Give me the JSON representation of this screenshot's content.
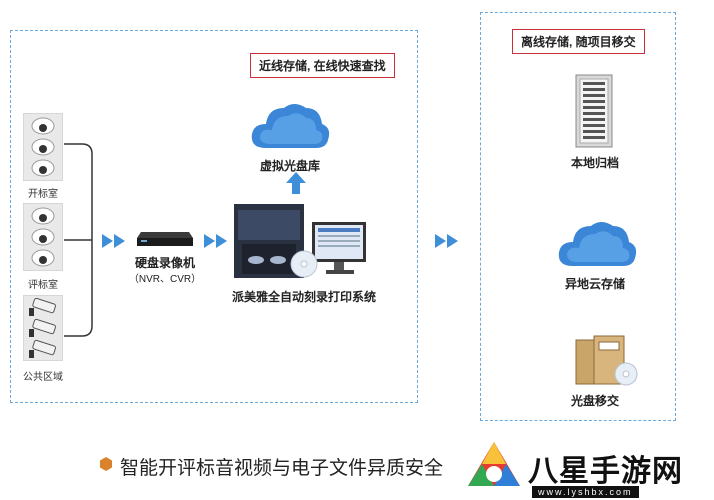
{
  "tags": {
    "nearline": "近线存储, 在线快速查找",
    "offline": "离线存储, 随项目移交"
  },
  "rooms": [
    "开标室",
    "评标室",
    "公共区域"
  ],
  "nodes": {
    "dvr_title": "硬盘录像机",
    "dvr_sub": "（NVR、CVR）",
    "system": "派美雅全自动刻录打印系统",
    "virtual_library": "虚拟光盘库",
    "local_archive": "本地归档",
    "remote_cloud": "异地云存储",
    "disc_handover": "光盘移交"
  },
  "footer": {
    "text": "智能开评标音视频与电子文件异质安全",
    "brand": "八星手游网",
    "url": "www.lyshbx.com"
  },
  "colors": {
    "dashed_border": "#6fa9d8",
    "tag_border": "#c9303a",
    "arrow": "#3f8fd8",
    "cloud": "#3b86d6"
  }
}
